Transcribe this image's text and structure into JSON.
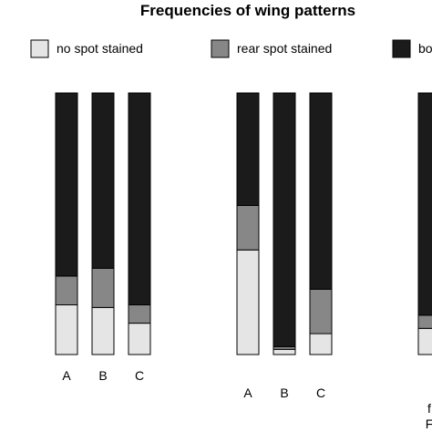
{
  "chart_data": {
    "type": "bar",
    "stacked": true,
    "title": "Frequencies of wing patterns",
    "legend": {
      "placement": "top",
      "entries": [
        {
          "label": "no spot stained",
          "color": "#e5e5e5"
        },
        {
          "label": "rear spot stained",
          "color": "#878787"
        },
        {
          "label": "bo",
          "color": "#1b1b1b"
        }
      ]
    },
    "ylim": [
      0,
      1
    ],
    "groups": [
      {
        "categories": [
          "A",
          "B",
          "C"
        ],
        "series": [
          {
            "name": "no spot stained",
            "values": [
              0.19,
              0.18,
              0.12
            ]
          },
          {
            "name": "rear spot stained",
            "values": [
              0.11,
              0.15,
              0.07
            ]
          },
          {
            "name": "bo",
            "values": [
              0.7,
              0.67,
              0.81
            ]
          }
        ]
      },
      {
        "categories": [
          "A",
          "B",
          "C"
        ],
        "series": [
          {
            "name": "no spot stained",
            "values": [
              0.4,
              0.02,
              0.08
            ]
          },
          {
            "name": "rear spot stained",
            "values": [
              0.17,
              0.01,
              0.17
            ]
          },
          {
            "name": "bo",
            "values": [
              0.43,
              0.97,
              0.75
            ]
          }
        ]
      },
      {
        "categories": [
          "f"
        ],
        "series": [
          {
            "name": "no spot stained",
            "values": [
              0.1
            ]
          },
          {
            "name": "rear spot stained",
            "values": [
              0.05
            ]
          },
          {
            "name": "bo",
            "values": [
              0.85
            ]
          }
        ]
      }
    ],
    "extra_labels": [
      "F"
    ]
  }
}
